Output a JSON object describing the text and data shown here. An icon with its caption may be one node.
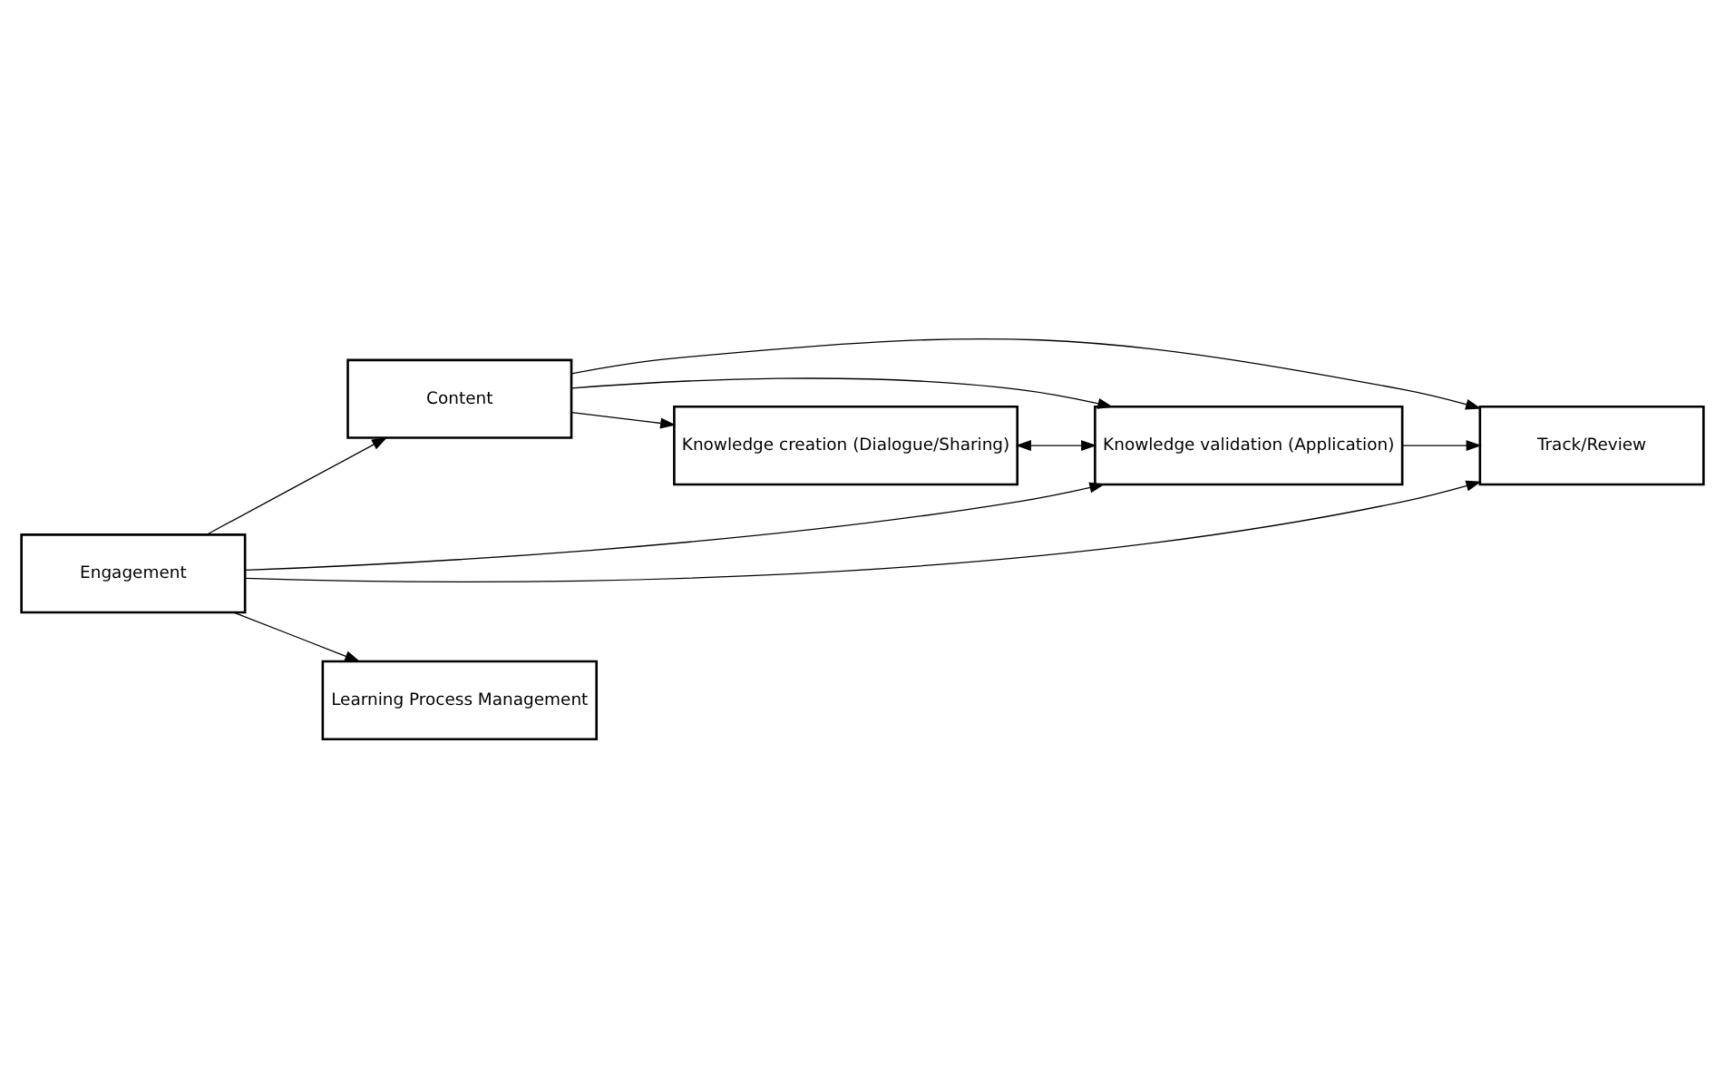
{
  "diagram": {
    "nodes": [
      {
        "text": [
          "Knowledge creation (Dialogue/Sharing)"
        ]
      },
      {
        "text": [
          "Content"
        ]
      },
      {
        "text": [
          "Engagement"
        ]
      },
      {
        "text": [
          "Knowledge validation (Application)"
        ]
      },
      {
        "text": [
          "Track/Review"
        ]
      },
      {
        "text": [
          "Learning Process Management"
        ]
      }
    ],
    "edges": [
      {
        "from": 2,
        "to": 1,
        "arrow": "to"
      },
      {
        "from": 2,
        "to": 3,
        "arrow": "to"
      },
      {
        "from": 2,
        "to": 4,
        "arrow": "to"
      },
      {
        "from": 2,
        "to": 5,
        "arrow": "to"
      },
      {
        "from": 1,
        "to": 0,
        "arrow": "to"
      },
      {
        "from": 0,
        "to": 3,
        "arrow": "both"
      },
      {
        "from": 1,
        "to": 3,
        "arrow": "to"
      },
      {
        "from": 1,
        "to": 4,
        "arrow": "to"
      },
      {
        "from": 3,
        "to": 4,
        "arrow": "to"
      }
    ]
  }
}
